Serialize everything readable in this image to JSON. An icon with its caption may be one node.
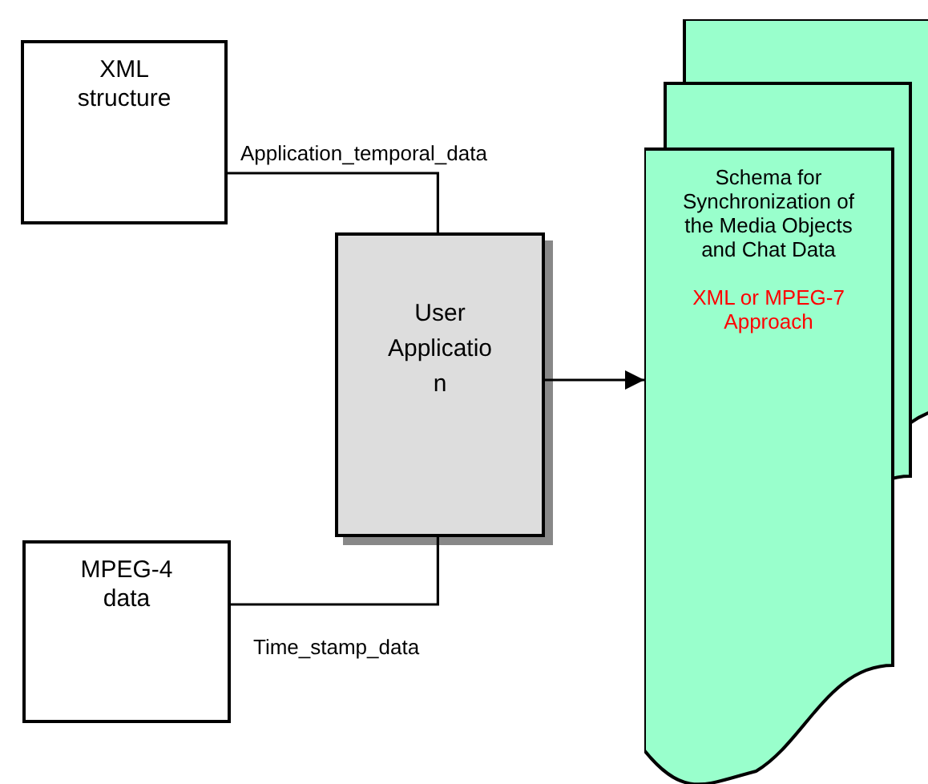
{
  "diagram": {
    "nodes": [
      {
        "text": [
          "XML structure"
        ]
      },
      {
        "text": [
          "Schema for Synchronization of the Media Objects and Chat Data",
          "XML or MPEG-7 Approach"
        ]
      },
      {
        "text": [
          "User Applicatio n"
        ]
      },
      {
        "text": [
          "MPEG-4 data"
        ]
      }
    ],
    "edges": [
      {
        "from": 0,
        "to": 2,
        "arrow": "none",
        "label": "Application_temporal_data"
      },
      {
        "from": 3,
        "to": 2,
        "arrow": "none",
        "label": "Time_stamp_data"
      },
      {
        "from": 2,
        "to": 1,
        "arrow": "to"
      }
    ]
  }
}
